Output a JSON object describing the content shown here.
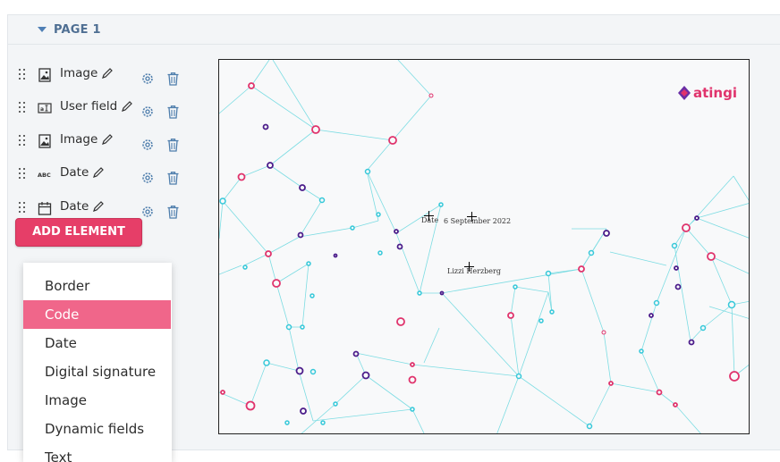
{
  "page": {
    "title": "PAGE 1"
  },
  "elements": [
    {
      "label": "Image",
      "icon": "image-icon"
    },
    {
      "label": "User field",
      "icon": "user-field-icon"
    },
    {
      "label": "Image",
      "icon": "image-icon"
    },
    {
      "label": "Date",
      "icon": "abc-text-icon"
    },
    {
      "label": "Date",
      "icon": "calendar-icon"
    }
  ],
  "add_button": {
    "label": "ADD ELEMENT"
  },
  "menu": {
    "items": [
      "Border",
      "Code",
      "Date",
      "Digital signature",
      "Image",
      "Dynamic fields",
      "Text"
    ],
    "highlighted": "Code"
  },
  "canvas": {
    "date_label": "Date",
    "date_value": "6 September 2022",
    "name_value": "Lizzi Herzberg",
    "logo_text": "atingi"
  },
  "colors": {
    "accent": "#e63e68",
    "menu_highlight": "#f0668a",
    "network_line": "#6fd9e0",
    "node_red": "#e0336c",
    "node_purple": "#4b1c8a",
    "node_cyan": "#35c8d9"
  }
}
